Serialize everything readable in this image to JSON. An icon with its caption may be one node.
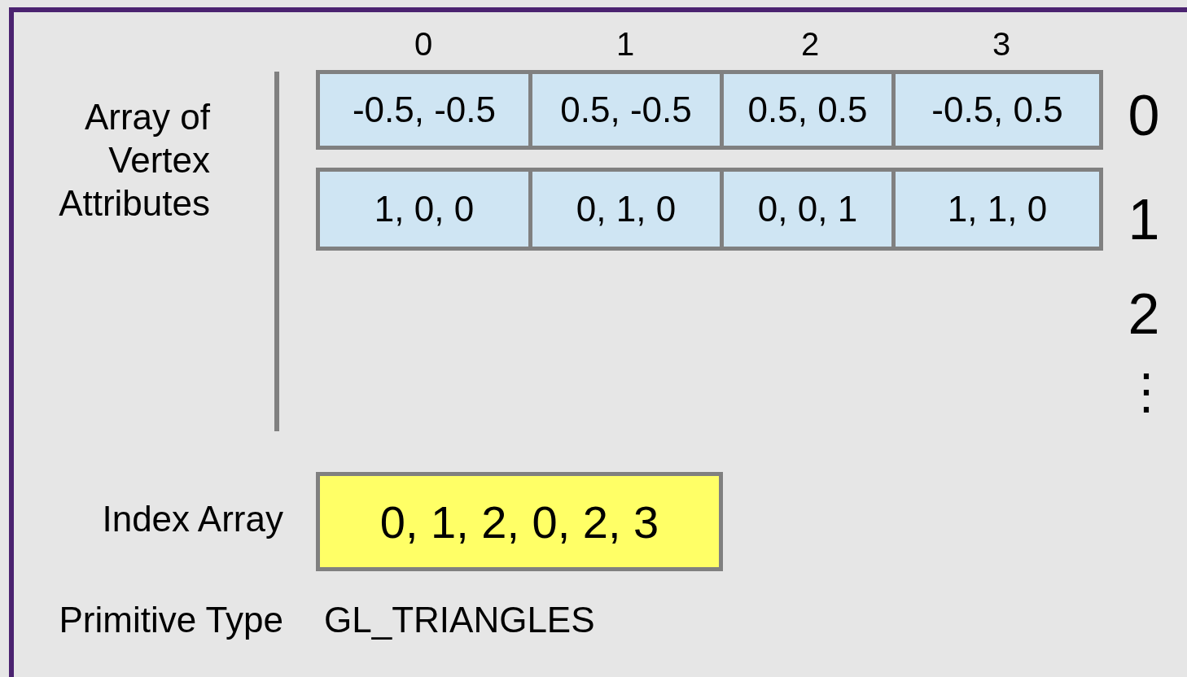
{
  "diagram": {
    "nodes": [
      {
        "text": [
          "-0.5, -0.5"
        ]
      },
      {
        "text": [
          "0.5, -0.5"
        ]
      },
      {
        "text": [
          "0.5, 0.5"
        ]
      },
      {
        "text": [
          "-0.5, 0.5"
        ]
      },
      {
        "text": [
          "1, 0, 0"
        ]
      },
      {
        "text": [
          "0, 1, 0"
        ]
      },
      {
        "text": [
          "0, 0, 1"
        ]
      },
      {
        "text": [
          "1, 1, 0"
        ]
      },
      {
        "text": [
          "0, 1, 2, 0, 2, 3"
        ]
      }
    ],
    "labels": [
      "0",
      "1",
      "2",
      "3",
      "Array of Vertex Attributes",
      "0",
      "1",
      "2",
      "⋮",
      "Index Array",
      "Primitive Type",
      "GL_TRIANGLES"
    ]
  }
}
